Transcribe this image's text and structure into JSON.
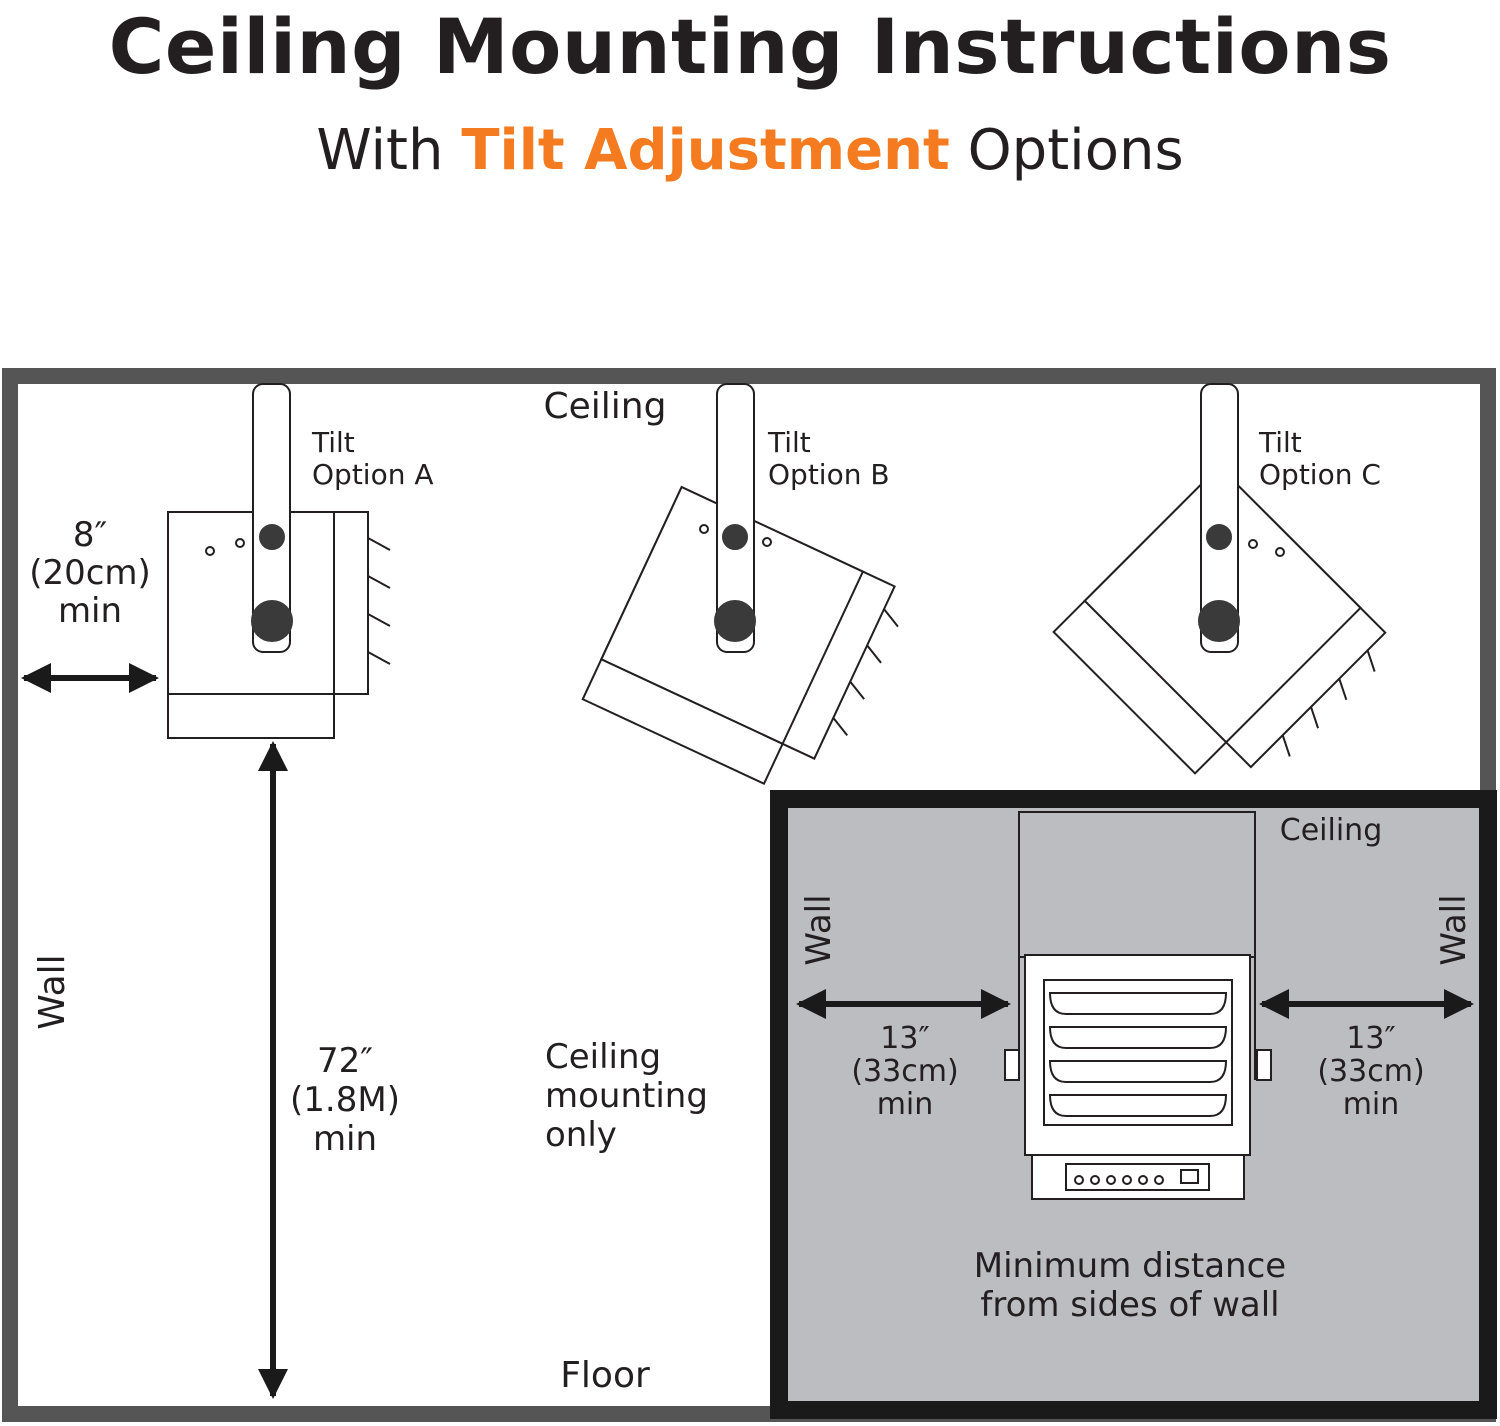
{
  "title": "Ceiling Mounting Instructions",
  "subtitle": {
    "prefix": "With",
    "highlight": "Tilt Adjustment",
    "suffix": "Options"
  },
  "colors": {
    "accent": "#f47b20",
    "frame": "#555555",
    "inset_bg": "#bcbdc0",
    "inset_border": "#1a1a1a",
    "bracket": "#3a3a3a"
  },
  "room": {
    "ceiling_label": "Ceiling",
    "floor_label": "Floor",
    "wall_label": "Wall",
    "tilt_a": [
      "Tilt",
      "Option A"
    ],
    "tilt_b": [
      "Tilt",
      "Option B"
    ],
    "tilt_c": [
      "Tilt",
      "Option C"
    ],
    "side_clearance": [
      "8″",
      "(20cm)",
      "min"
    ],
    "floor_clearance": [
      "72″",
      "(1.8M)",
      "min"
    ],
    "mount_note": [
      "Ceiling",
      "mounting",
      "only"
    ]
  },
  "inset": {
    "ceiling_label": "Ceiling",
    "wall_left": "Wall",
    "wall_right": "Wall",
    "left_clearance": [
      "13″",
      "(33cm)",
      "min"
    ],
    "right_clearance": [
      "13″",
      "(33cm)",
      "min"
    ],
    "caption": [
      "Minimum distance",
      "from sides of wall"
    ]
  }
}
